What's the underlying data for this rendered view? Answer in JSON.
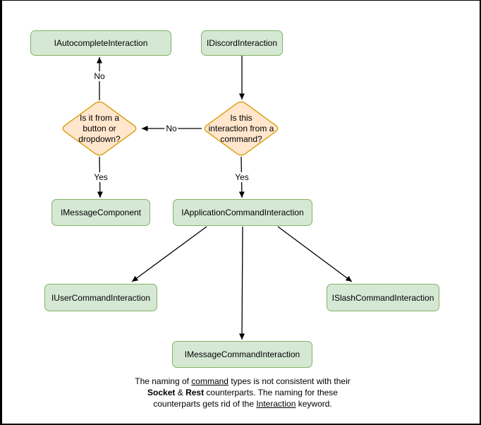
{
  "colors": {
    "background": "#ffffff",
    "frame": "#000000",
    "node_fill": "#d5e8d4",
    "node_stroke": "#82b366",
    "decision_fill": "#ffe6cc",
    "decision_stroke": "#d79b00",
    "edge": "#000000"
  },
  "nodes": {
    "autocomplete": {
      "label": "IAutocompleteInteraction"
    },
    "discord": {
      "label": "IDiscordInteraction"
    },
    "message_component": {
      "label": "IMessageComponent"
    },
    "application_command": {
      "label": "IApplicationCommandInteraction"
    },
    "user_command": {
      "label": "IUserCommandInteraction"
    },
    "slash_command": {
      "label": "ISlashCommandInteraction"
    },
    "message_command": {
      "label": "IMessageCommandInteraction"
    }
  },
  "decisions": {
    "button_or_dropdown": {
      "label": "Is it from a button or dropdown?",
      "lines": [
        "Is it from a",
        "button or",
        "dropdown?"
      ]
    },
    "from_command": {
      "label": "Is this interaction from a command?",
      "lines": [
        "Is this",
        "interaction from a",
        "command?"
      ]
    }
  },
  "edge_labels": {
    "no_to_autocomplete": "No",
    "no_to_button_dropdown": "No",
    "yes_to_message_component": "Yes",
    "yes_to_application_command": "Yes"
  },
  "note": {
    "lines": [
      {
        "segments": [
          {
            "text": "The naming of ",
            "style": "plain"
          },
          {
            "text": "command",
            "style": "underline"
          },
          {
            "text": " types is not consistent with their",
            "style": "plain"
          }
        ]
      },
      {
        "segments": [
          {
            "text": "Socket",
            "style": "bold"
          },
          {
            "text": " & ",
            "style": "plain"
          },
          {
            "text": "Rest",
            "style": "bold"
          },
          {
            "text": " counterparts. The naming for these",
            "style": "plain"
          }
        ]
      },
      {
        "segments": [
          {
            "text": "counterparts gets rid of the ",
            "style": "plain"
          },
          {
            "text": "Interaction",
            "style": "underline"
          },
          {
            "text": " keyword.",
            "style": "plain"
          }
        ]
      }
    ]
  }
}
